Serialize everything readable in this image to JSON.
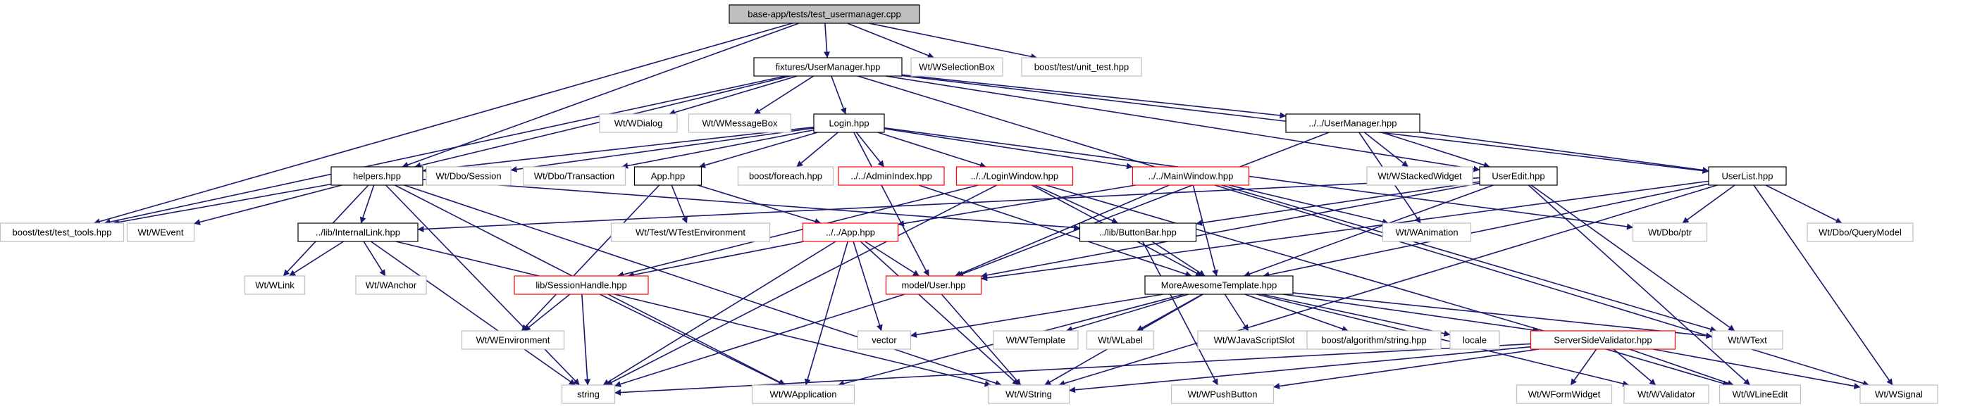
{
  "colors": {
    "edge": "#191970",
    "root_fill": "#bfbfbf",
    "local_border": "#000000",
    "external_border": "#bfbfbf",
    "undocumented_border": "#ff0000"
  },
  "nodes": [
    {
      "id": "root",
      "label": "base-app/tests/test_usermanager.cpp",
      "kind": "root"
    },
    {
      "id": "fx_um",
      "label": "fixtures/UserManager.hpp",
      "kind": "local"
    },
    {
      "id": "wselbox",
      "label": "Wt/WSelectionBox",
      "kind": "external"
    },
    {
      "id": "unittest",
      "label": "boost/test/unit_test.hpp",
      "kind": "external"
    },
    {
      "id": "wdialog",
      "label": "Wt/WDialog",
      "kind": "external"
    },
    {
      "id": "wmsgbox",
      "label": "Wt/WMessageBox",
      "kind": "external"
    },
    {
      "id": "login",
      "label": "Login.hpp",
      "kind": "local"
    },
    {
      "id": "um",
      "label": "../../UserManager.hpp",
      "kind": "local"
    },
    {
      "id": "helpers",
      "label": "helpers.hpp",
      "kind": "local"
    },
    {
      "id": "dbosession",
      "label": "Wt/Dbo/Session",
      "kind": "external"
    },
    {
      "id": "dbotrans",
      "label": "Wt/Dbo/Transaction",
      "kind": "external"
    },
    {
      "id": "apphpp",
      "label": "App.hpp",
      "kind": "local"
    },
    {
      "id": "foreach",
      "label": "boost/foreach.hpp",
      "kind": "external"
    },
    {
      "id": "adminidx",
      "label": "../../AdminIndex.hpp",
      "kind": "undocumented"
    },
    {
      "id": "loginwin",
      "label": "../../LoginWindow.hpp",
      "kind": "undocumented"
    },
    {
      "id": "mainwin",
      "label": "../../MainWindow.hpp",
      "kind": "undocumented"
    },
    {
      "id": "wstacked",
      "label": "Wt/WStackedWidget",
      "kind": "external"
    },
    {
      "id": "useredit",
      "label": "UserEdit.hpp",
      "kind": "local"
    },
    {
      "id": "userlist",
      "label": "UserList.hpp",
      "kind": "local"
    },
    {
      "id": "testtools",
      "label": "boost/test/test_tools.hpp",
      "kind": "external"
    },
    {
      "id": "wevent",
      "label": "Wt/WEvent",
      "kind": "external"
    },
    {
      "id": "intlink",
      "label": "../lib/InternalLink.hpp",
      "kind": "local"
    },
    {
      "id": "wtestenv",
      "label": "Wt/Test/WTestEnvironment",
      "kind": "external"
    },
    {
      "id": "app2",
      "label": "../../App.hpp",
      "kind": "undocumented"
    },
    {
      "id": "buttonbar",
      "label": "../lib/ButtonBar.hpp",
      "kind": "local"
    },
    {
      "id": "wanim",
      "label": "Wt/WAnimation",
      "kind": "external"
    },
    {
      "id": "dboptr",
      "label": "Wt/Dbo/ptr",
      "kind": "external"
    },
    {
      "id": "dboqm",
      "label": "Wt/Dbo/QueryModel",
      "kind": "external"
    },
    {
      "id": "wlink",
      "label": "Wt/WLink",
      "kind": "external"
    },
    {
      "id": "wanchor",
      "label": "Wt/WAnchor",
      "kind": "external"
    },
    {
      "id": "sessh",
      "label": "lib/SessionHandle.hpp",
      "kind": "undocumented"
    },
    {
      "id": "user",
      "label": "model/User.hpp",
      "kind": "undocumented"
    },
    {
      "id": "mat",
      "label": "MoreAwesomeTemplate.hpp",
      "kind": "local"
    },
    {
      "id": "wenv",
      "label": "Wt/WEnvironment",
      "kind": "external"
    },
    {
      "id": "vector",
      "label": "vector",
      "kind": "external"
    },
    {
      "id": "wtemplate",
      "label": "Wt/WTemplate",
      "kind": "external"
    },
    {
      "id": "wlabel",
      "label": "Wt/WLabel",
      "kind": "external"
    },
    {
      "id": "wjsslot",
      "label": "Wt/WJavaScriptSlot",
      "kind": "external"
    },
    {
      "id": "algostr",
      "label": "boost/algorithm/string.hpp",
      "kind": "external"
    },
    {
      "id": "locale",
      "label": "locale",
      "kind": "external"
    },
    {
      "id": "ssv",
      "label": "ServerSideValidator.hpp",
      "kind": "undocumented"
    },
    {
      "id": "wtext",
      "label": "Wt/WText",
      "kind": "external"
    },
    {
      "id": "string",
      "label": "string",
      "kind": "external"
    },
    {
      "id": "wapp",
      "label": "Wt/WApplication",
      "kind": "external"
    },
    {
      "id": "wstring",
      "label": "Wt/WString",
      "kind": "external"
    },
    {
      "id": "wpush",
      "label": "Wt/WPushButton",
      "kind": "external"
    },
    {
      "id": "wform",
      "label": "Wt/WFormWidget",
      "kind": "external"
    },
    {
      "id": "wvalid",
      "label": "Wt/WValidator",
      "kind": "external"
    },
    {
      "id": "wline",
      "label": "Wt/WLineEdit",
      "kind": "external"
    },
    {
      "id": "wsignal",
      "label": "Wt/WSignal",
      "kind": "external"
    }
  ],
  "edges": [
    [
      "root",
      "fx_um"
    ],
    [
      "root",
      "wselbox"
    ],
    [
      "root",
      "unittest"
    ],
    [
      "root",
      "helpers"
    ],
    [
      "root",
      "testtools"
    ],
    [
      "fx_um",
      "wdialog"
    ],
    [
      "fx_um",
      "wmsgbox"
    ],
    [
      "fx_um",
      "login"
    ],
    [
      "fx_um",
      "um"
    ],
    [
      "fx_um",
      "helpers"
    ],
    [
      "fx_um",
      "testtools"
    ],
    [
      "fx_um",
      "useredit"
    ],
    [
      "fx_um",
      "userlist"
    ],
    [
      "fx_um",
      "wsignal"
    ],
    [
      "login",
      "helpers"
    ],
    [
      "login",
      "dbosession"
    ],
    [
      "login",
      "dbotrans"
    ],
    [
      "login",
      "apphpp"
    ],
    [
      "login",
      "foreach"
    ],
    [
      "login",
      "adminidx"
    ],
    [
      "login",
      "loginwin"
    ],
    [
      "login",
      "mainwin"
    ],
    [
      "login",
      "user"
    ],
    [
      "login",
      "dboptr"
    ],
    [
      "um",
      "useredit"
    ],
    [
      "um",
      "userlist"
    ],
    [
      "um",
      "wstacked"
    ],
    [
      "um",
      "wanim"
    ],
    [
      "um",
      "user"
    ],
    [
      "helpers",
      "testtools"
    ],
    [
      "helpers",
      "wevent"
    ],
    [
      "helpers",
      "intlink"
    ],
    [
      "helpers",
      "wlink"
    ],
    [
      "helpers",
      "buttonbar"
    ],
    [
      "helpers",
      "string"
    ],
    [
      "helpers",
      "wapp"
    ],
    [
      "helpers",
      "wstring"
    ],
    [
      "apphpp",
      "wtestenv"
    ],
    [
      "apphpp",
      "app2"
    ],
    [
      "apphpp",
      "wenv"
    ],
    [
      "adminidx",
      "mat"
    ],
    [
      "loginwin",
      "buttonbar"
    ],
    [
      "loginwin",
      "sessh"
    ],
    [
      "loginwin",
      "mat"
    ],
    [
      "loginwin",
      "string"
    ],
    [
      "loginwin",
      "wline"
    ],
    [
      "mainwin",
      "app2"
    ],
    [
      "mainwin",
      "mat"
    ],
    [
      "mainwin",
      "wanim"
    ],
    [
      "mainwin",
      "wtext"
    ],
    [
      "mainwin",
      "user"
    ],
    [
      "useredit",
      "user"
    ],
    [
      "useredit",
      "buttonbar"
    ],
    [
      "useredit",
      "intlink"
    ],
    [
      "useredit",
      "wtext"
    ],
    [
      "useredit",
      "wline"
    ],
    [
      "useredit",
      "mat"
    ],
    [
      "userlist",
      "dboqm"
    ],
    [
      "userlist",
      "dboptr"
    ],
    [
      "userlist",
      "mat"
    ],
    [
      "userlist",
      "user"
    ],
    [
      "userlist",
      "wsignal"
    ],
    [
      "userlist",
      "wstring"
    ],
    [
      "intlink",
      "wlink"
    ],
    [
      "intlink",
      "wanchor"
    ],
    [
      "intlink",
      "string"
    ],
    [
      "intlink",
      "wstring"
    ],
    [
      "app2",
      "sessh"
    ],
    [
      "app2",
      "user"
    ],
    [
      "app2",
      "vector"
    ],
    [
      "app2",
      "string"
    ],
    [
      "app2",
      "wapp"
    ],
    [
      "app2",
      "wstring"
    ],
    [
      "buttonbar",
      "mat"
    ],
    [
      "buttonbar",
      "wpush"
    ],
    [
      "sessh",
      "wenv"
    ],
    [
      "sessh",
      "string"
    ],
    [
      "sessh",
      "wapp"
    ],
    [
      "user",
      "string"
    ],
    [
      "user",
      "wstring"
    ],
    [
      "mat",
      "vector"
    ],
    [
      "mat",
      "wtemplate"
    ],
    [
      "mat",
      "wlabel"
    ],
    [
      "mat",
      "wjsslot"
    ],
    [
      "mat",
      "algostr"
    ],
    [
      "mat",
      "locale"
    ],
    [
      "mat",
      "ssv"
    ],
    [
      "mat",
      "wtext"
    ],
    [
      "mat",
      "wapp"
    ],
    [
      "mat",
      "wstring"
    ],
    [
      "mat",
      "wvalid"
    ],
    [
      "ssv",
      "string"
    ],
    [
      "ssv",
      "wstring"
    ],
    [
      "ssv",
      "wpush"
    ],
    [
      "ssv",
      "wform"
    ],
    [
      "ssv",
      "wvalid"
    ],
    [
      "ssv",
      "wline"
    ],
    [
      "ssv",
      "wsignal"
    ]
  ]
}
